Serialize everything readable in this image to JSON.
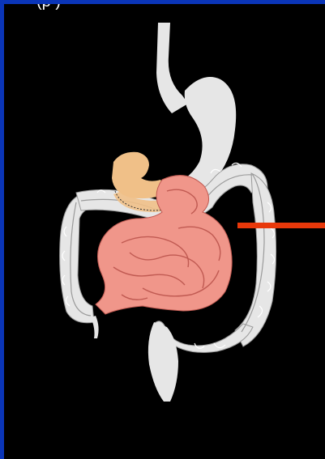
{
  "header": {
    "clipped_text": "(p )"
  },
  "colors": {
    "border": "#0a35b8",
    "background": "#000000",
    "organ_gray": "#e6e6e6",
    "colon_outline": "#9a9a9a",
    "small_intestine": "#f0968a",
    "small_intestine_outline": "#c05a52",
    "pancreas_duodenum": "#f0c088",
    "pointer": "#e8380a"
  },
  "diagram": {
    "structures": [
      "esophagus",
      "stomach",
      "duodenum",
      "pancreas",
      "small-intestine",
      "large-intestine",
      "rectum"
    ],
    "pointer_target": "large-intestine"
  }
}
